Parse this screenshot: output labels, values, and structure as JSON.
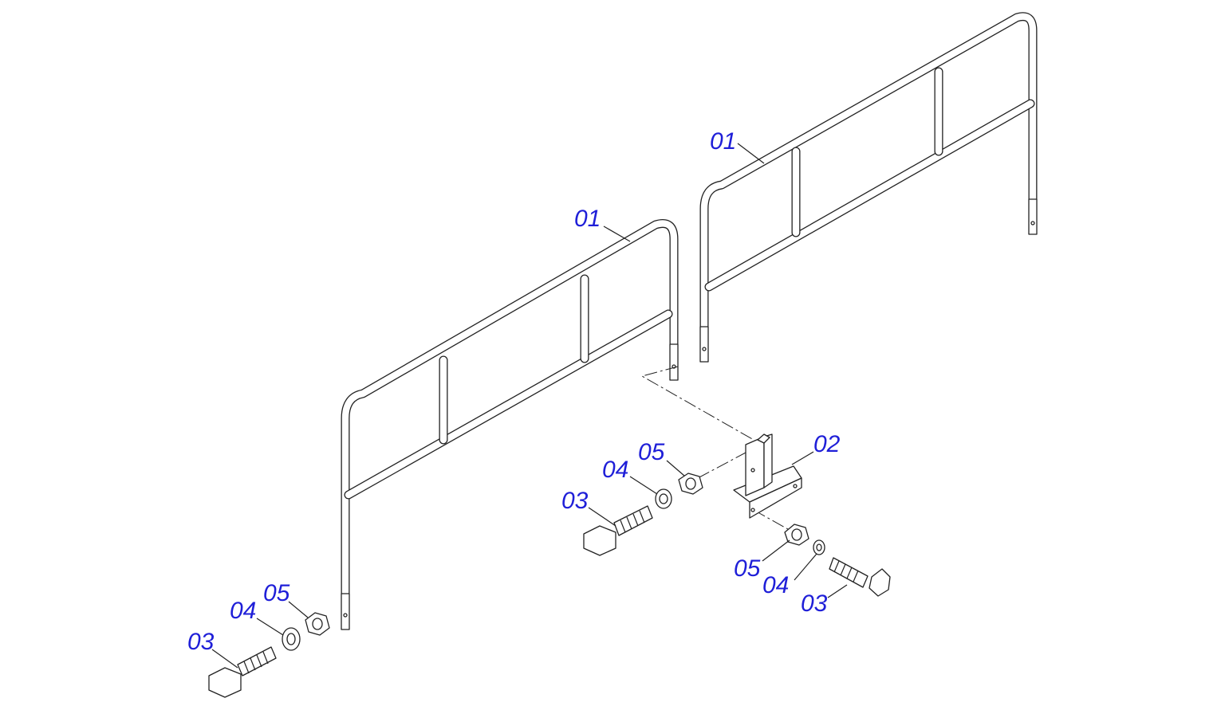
{
  "callouts": {
    "railing_right": "01",
    "railing_left": "01",
    "bracket": "02",
    "bolt_left": "03",
    "washer_left": "04",
    "nut_left": "05",
    "bolt_center": "03",
    "washer_center": "04",
    "nut_center": "05",
    "nut_right": "05",
    "washer_right": "04",
    "bolt_right": "03"
  },
  "colors": {
    "callout": "#1f1fd8",
    "linework": "#222222",
    "background": "#ffffff"
  }
}
